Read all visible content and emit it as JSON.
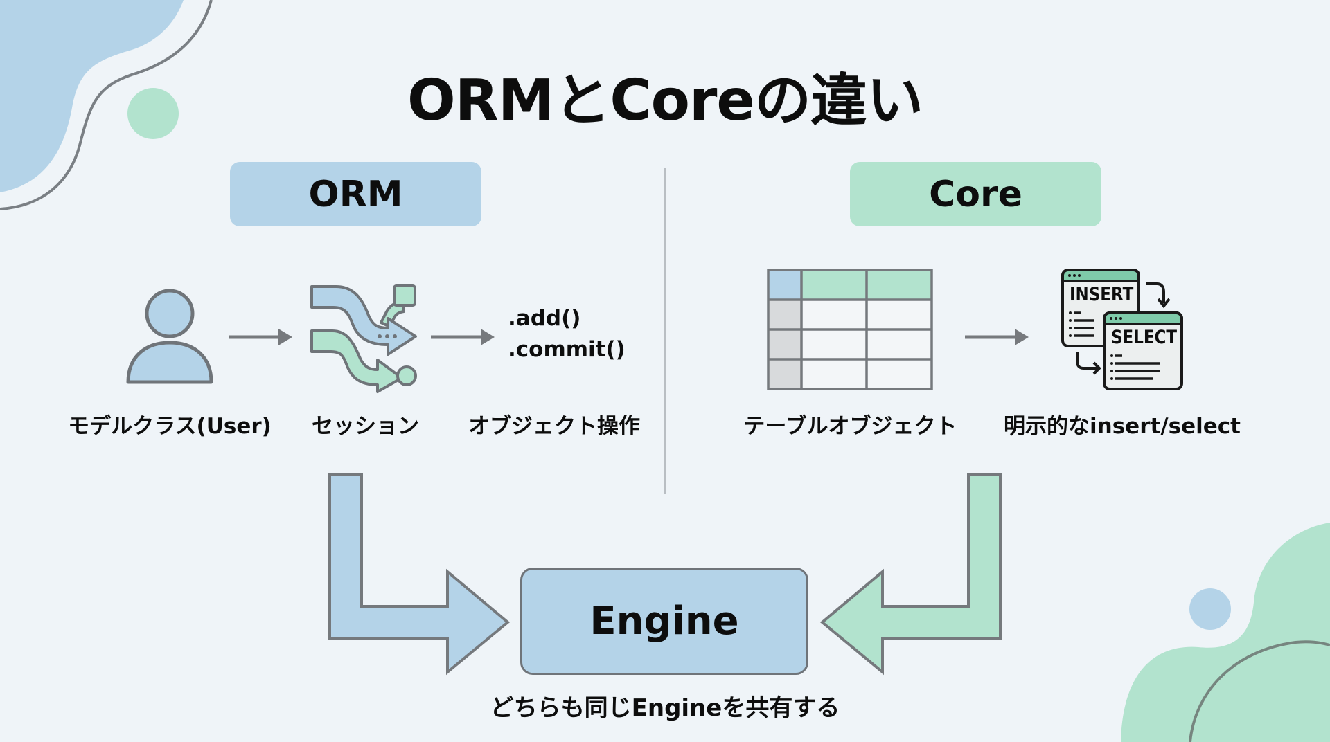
{
  "title": "ORMとCoreの違い",
  "colors": {
    "background": "#eff4f8",
    "blue": "#b4d3e8",
    "green": "#b2e3ce",
    "outline": "#6f7479",
    "text": "#0d0d0d"
  },
  "orm": {
    "header": "ORM",
    "steps": [
      {
        "icon": "user-icon",
        "label": "モデルクラス(User)"
      },
      {
        "icon": "session-flow-icon",
        "label": "セッション"
      },
      {
        "icon": "code-operation",
        "label": "オブジェクト操作"
      }
    ],
    "code_lines": [
      ".add()",
      ".commit()"
    ]
  },
  "core": {
    "header": "Core",
    "steps": [
      {
        "icon": "table-icon",
        "label": "テーブルオブジェクト"
      },
      {
        "icon": "sql-windows-icon",
        "label": "明示的なinsert/select"
      }
    ],
    "sql_windows": [
      "INSERT",
      "SELECT"
    ]
  },
  "engine": {
    "label": "Engine",
    "caption": "どちらも同じEngineを共有する"
  }
}
